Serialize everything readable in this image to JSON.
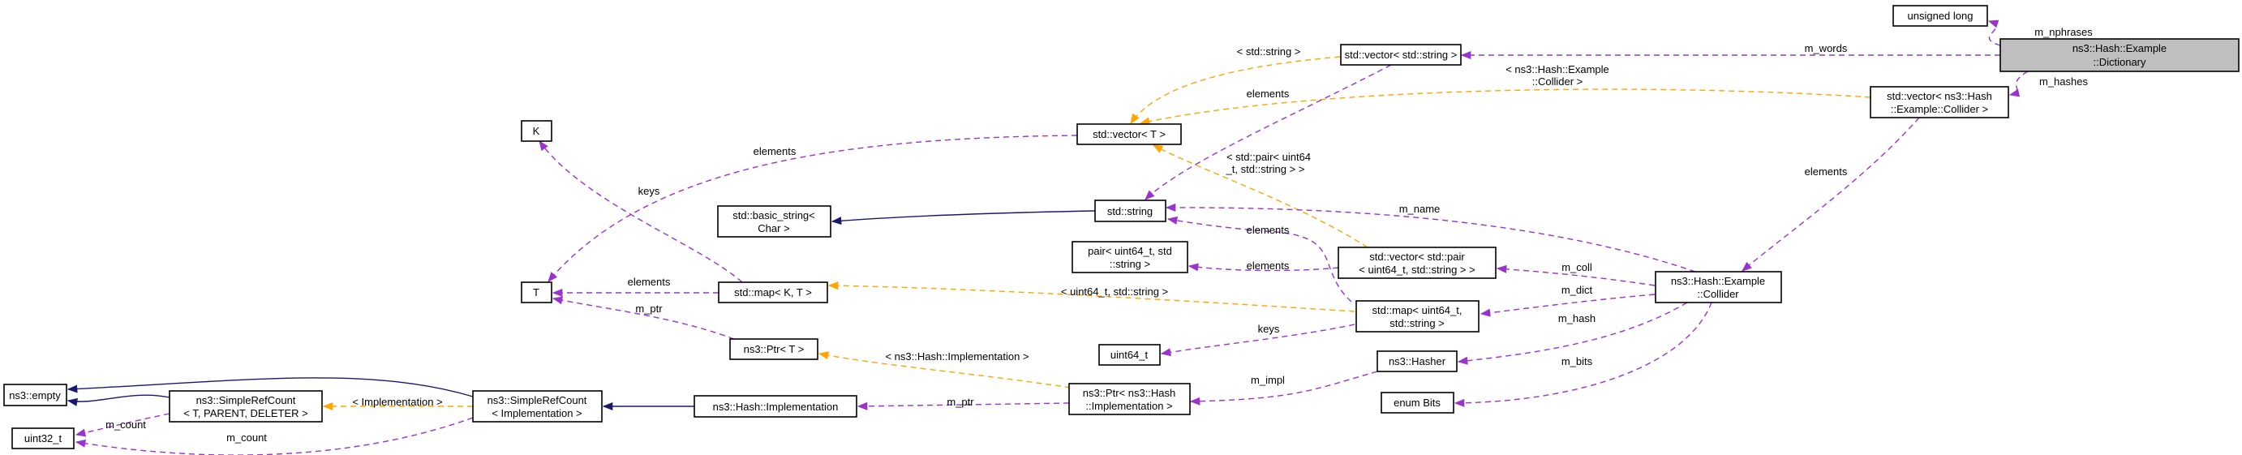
{
  "colors": {
    "member": "#9a32cd",
    "template": "#ffa500",
    "inherit": "#191970",
    "focus_fill": "#bfbfbf"
  },
  "nodes": {
    "dictionary": [
      "ns3::Hash::Example",
      "::Dictionary"
    ],
    "unsigned_long": [
      "unsigned long"
    ],
    "vector_string": [
      "std::vector< std::string >"
    ],
    "vector_collider": [
      "std::vector< ns3::Hash",
      "::Example::Collider >"
    ],
    "vector_t": [
      "std::vector< T >"
    ],
    "k": [
      "K"
    ],
    "basic_string": [
      "std::basic_string<",
      "Char >"
    ],
    "std_string": [
      "std::string"
    ],
    "t": [
      "T"
    ],
    "map_kt": [
      "std::map< K, T >"
    ],
    "pair": [
      "pair< uint64_t, std",
      "::string >"
    ],
    "vector_pair": [
      "std::vector< std::pair",
      "< uint64_t, std::string > >"
    ],
    "map_uint64": [
      "std::map< uint64_t,",
      "std::string >"
    ],
    "collider": [
      "ns3::Hash::Example",
      "::Collider"
    ],
    "uint64_t": [
      "uint64_t"
    ],
    "hasher": [
      "ns3::Hasher"
    ],
    "enum_bits": [
      "enum Bits"
    ],
    "ptr_t": [
      "ns3::Ptr< T >"
    ],
    "ptr_impl": [
      "ns3::Ptr< ns3::Hash",
      "::Implementation >"
    ],
    "hash_impl": [
      "ns3::Hash::Implementation"
    ],
    "src_impl": [
      "ns3::SimpleRefCount",
      "< Implementation >"
    ],
    "src_tpd": [
      "ns3::SimpleRefCount",
      "< T, PARENT, DELETER >"
    ],
    "empty": [
      "ns3::empty"
    ],
    "uint32_t": [
      "uint32_t"
    ]
  },
  "edge_labels": {
    "m_nphrases": "m_nphrases",
    "m_words": "m_words",
    "m_hashes": "m_hashes",
    "vec_string_tmpl": "< std::string >",
    "vec_collider_tmpl": [
      "< ns3::Hash::Example",
      "::Collider >"
    ],
    "vec_string_elements": "elements",
    "vec_t_elements": "elements",
    "map_kt_keys": "keys",
    "vec_pair_tmpl": [
      "< std::pair< uint64",
      "_t, std::string > >"
    ],
    "vec_collider_elements": "elements",
    "m_name": "m_name",
    "map_uint64_elements": "elements",
    "vec_pair_elements": "elements",
    "m_coll": "m_coll",
    "map_kt_elements": "elements",
    "m_dict": "m_dict",
    "map_uint64_tmpl": "< uint64_t, std::string >",
    "ptr_t_m_ptr": "m_ptr",
    "m_hash": "m_hash",
    "map_uint64_keys": "keys",
    "ptr_impl_tmpl": "< ns3::Hash::Implementation >",
    "m_bits": "m_bits",
    "m_impl": "m_impl",
    "src_tmpl": "< Implementation >",
    "ptr_impl_m_ptr": "m_ptr",
    "m_count_1": "m_count",
    "m_count_2": "m_count"
  }
}
